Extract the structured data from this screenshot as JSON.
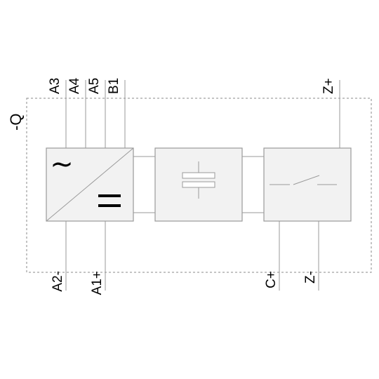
{
  "device": {
    "designation": "-Q"
  },
  "terminals": {
    "top": [
      "A3",
      "A4",
      "A5",
      "B1",
      "Z+"
    ],
    "bottom": [
      "A2-",
      "A1+",
      "C+",
      "Z-"
    ]
  },
  "symbols": {
    "ac": "~",
    "dc": "="
  },
  "colors": {
    "line": "#9a9a9a",
    "box_fill": "#f2f2f2",
    "frame": "#8a8a8a",
    "text": "#000000"
  }
}
